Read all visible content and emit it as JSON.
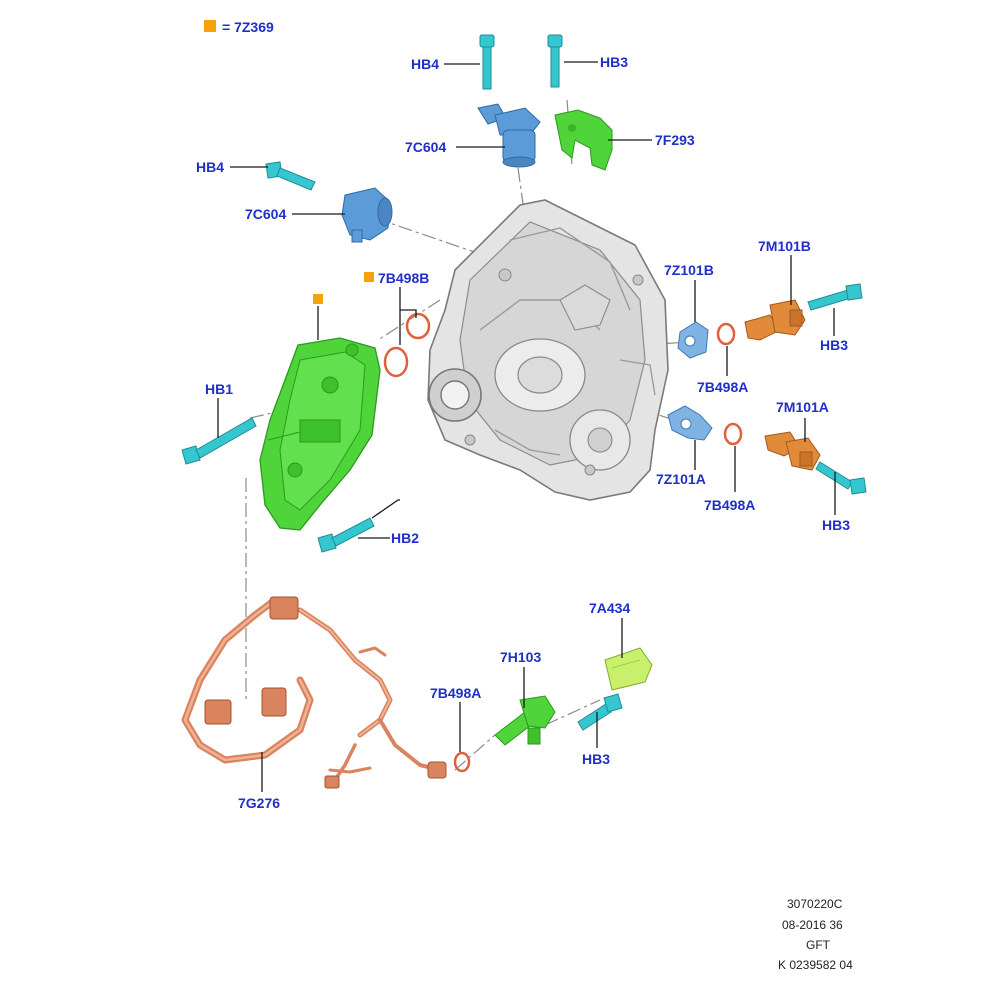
{
  "legend": {
    "marker_color": "#f5a20c",
    "text": "= 7Z369"
  },
  "labels": {
    "hb4_top": "HB4",
    "hb3_top": "HB3",
    "c7c604_top": "7C604",
    "c7f293": "7F293",
    "hb4_left": "HB4",
    "c7c604_left": "7C604",
    "c7b498b": "7B498B",
    "c7z101b": "7Z101B",
    "c7m101b": "7M101B",
    "hb3_right_upper": "HB3",
    "c7b498a_upper": "7B498A",
    "hb1": "HB1",
    "c7m101a": "7M101A",
    "c7z101a": "7Z101A",
    "c7b498a_mid": "7B498A",
    "hb3_right_lower": "HB3",
    "hb2": "HB2",
    "c7a434": "7A434",
    "c7h103": "7H103",
    "c7b498a_lower": "7B498A",
    "hb3_bottom": "HB3",
    "c7g276": "7G276"
  },
  "footer": {
    "line1": "3070220C",
    "line2": "08-2016 36",
    "line3": "GFT",
    "line4": "K 0239582 04"
  },
  "colors": {
    "label": "#1f2fc8",
    "bolt": "#35c6cf",
    "actuator": "#5b9bd8",
    "green_part": "#4fd43a",
    "bracket": "#7ee05f",
    "sensor": "#e08a3a",
    "harness": "#d9835f",
    "oring": "#e0603c",
    "plate": "#7fb3e3",
    "gearbox": "#e4e4e4"
  }
}
